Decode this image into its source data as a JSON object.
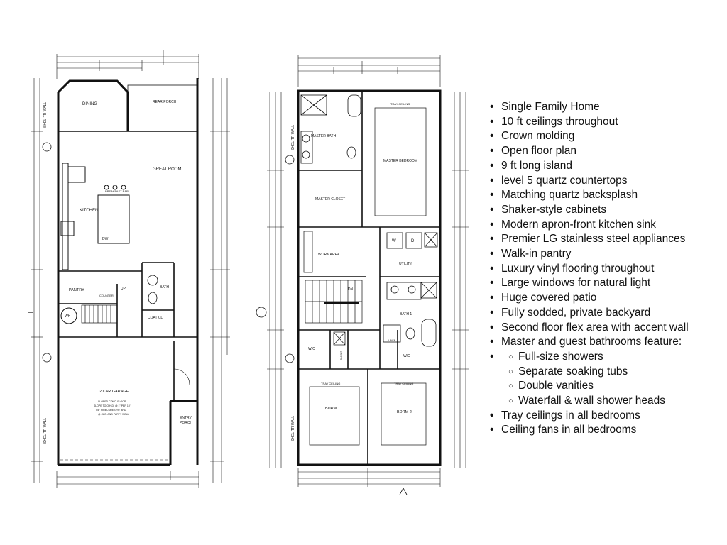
{
  "first_floor": {
    "rooms": {
      "dining": "DINING",
      "rear_porch": "REAR PORCH",
      "great_room": "GREAT ROOM",
      "breakfast_bar": "BREAKFAST BAR",
      "kitchen": "KITCHEN",
      "dw": "DW",
      "pantry": "PANTRY",
      "up": "UP",
      "counter": "COUNTER",
      "bath": "BATH",
      "coat_cl": "COAT CL",
      "wh": "WH",
      "garage": "2 CAR GARAGE",
      "garage_note_1": "SLOPED CONC. FLOOR",
      "garage_note_2": "SLOPE TO O.H.D. @ 1\" PER 10'",
      "garage_note_3": "5/8\" FIRECODE GYP. BRD.",
      "garage_note_4": "@ CLG. AND PARTY WALL",
      "entry_porch": "ENTRY",
      "entry_porch_2": "PORCH",
      "wall_left": "SHEL-TR WALL",
      "wall_left_2": "SHEL-TR WALL"
    }
  },
  "second_floor": {
    "rooms": {
      "tray_ceiling": "TRAY CEILING",
      "master_bath": "MASTER BATH",
      "master_bedroom": "MASTER BEDROOM",
      "master_closet": "MASTER CLOSET",
      "work_area": "WORK AREA",
      "dn": "DN",
      "utility": "UTILITY",
      "bath1": "BATH 1",
      "linen": "LINEN",
      "wic1": "W/C",
      "wic2": "W/C",
      "closet": "CLOSET",
      "tray_ceiling_1": "TRAY CEILING",
      "tray_ceiling_2": "TRAY CEILING",
      "bdrm1": "BDRM 1",
      "bdrm2": "BDRM 2",
      "w": "W",
      "d": "D",
      "wall_left": "SHEL-TR WALL",
      "wall_left_2": "SHEL-TR WALL"
    }
  },
  "features": {
    "items": [
      {
        "text": "Single Family Home",
        "level": 1
      },
      {
        "text": "10 ft ceilings throughout",
        "level": 1
      },
      {
        "text": "Crown molding",
        "level": 1
      },
      {
        "text": "Open floor plan",
        "level": 1
      },
      {
        "text": "9 ft long island",
        "level": 1
      },
      {
        "text": " level 5 quartz countertops",
        "level": 1
      },
      {
        "text": "Matching quartz backsplash",
        "level": 1
      },
      {
        "text": "Shaker-style cabinets",
        "level": 1
      },
      {
        "text": "Modern apron-front kitchen sink",
        "level": 1
      },
      {
        "text": "Premier LG stainless steel appliances",
        "level": 1
      },
      {
        "text": "Walk-in pantry",
        "level": 1
      },
      {
        "text": "Luxury vinyl flooring throughout",
        "level": 1
      },
      {
        "text": "Large windows for natural light",
        "level": 1
      },
      {
        "text": "Huge covered patio",
        "level": 1
      },
      {
        "text": "Fully sodded, private backyard",
        "level": 1
      },
      {
        "text": "Second floor flex area with accent wall",
        "level": 1
      },
      {
        "text": "Master and guest bathrooms feature:",
        "level": 1
      },
      {
        "text": "",
        "level": 1
      },
      {
        "text": "Full-size showers",
        "level": 2
      },
      {
        "text": "Separate soaking tubs",
        "level": 2
      },
      {
        "text": "Double vanities",
        "level": 2
      },
      {
        "text": "Waterfall & wall shower heads",
        "level": 2
      },
      {
        "text": "",
        "level": 1
      },
      {
        "text": "Tray ceilings in all bedrooms",
        "level": 1
      },
      {
        "text": "Ceiling fans in all bedrooms",
        "level": 1
      }
    ]
  }
}
